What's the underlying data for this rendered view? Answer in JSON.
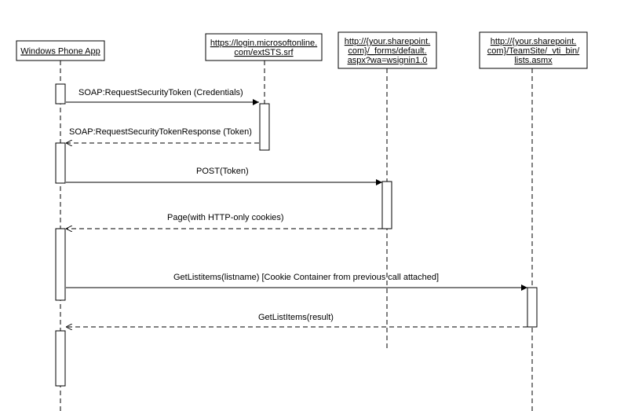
{
  "participants": [
    {
      "id": "app",
      "lines": [
        "Windows Phone App"
      ]
    },
    {
      "id": "sts",
      "lines": [
        "https://login.microsoftonline.",
        "com/extSTS.srf"
      ]
    },
    {
      "id": "forms",
      "lines": [
        "http://{your.sharepoint.",
        "com}/_forms/default.",
        "aspx?wa=wsignin1.0"
      ]
    },
    {
      "id": "lists",
      "lines": [
        "http://{your.sharepoint.",
        "com}/TeamSite/_vti_bin/",
        "lists.asmx"
      ]
    }
  ],
  "messages": [
    {
      "from": "app",
      "to": "sts",
      "kind": "call",
      "label": "SOAP:RequestSecurityToken (Credentials)"
    },
    {
      "from": "sts",
      "to": "app",
      "kind": "return",
      "label": "SOAP:RequestSecurityTokenResponse (Token)"
    },
    {
      "from": "app",
      "to": "forms",
      "kind": "call",
      "label": "POST(Token)"
    },
    {
      "from": "forms",
      "to": "app",
      "kind": "return",
      "label": "Page(with HTTP-only cookies)"
    },
    {
      "from": "app",
      "to": "lists",
      "kind": "call",
      "label": "GetListitems(listname) [Cookie Container from previous call attached]"
    },
    {
      "from": "lists",
      "to": "app",
      "kind": "return",
      "label": "GetListItems(result)"
    }
  ]
}
